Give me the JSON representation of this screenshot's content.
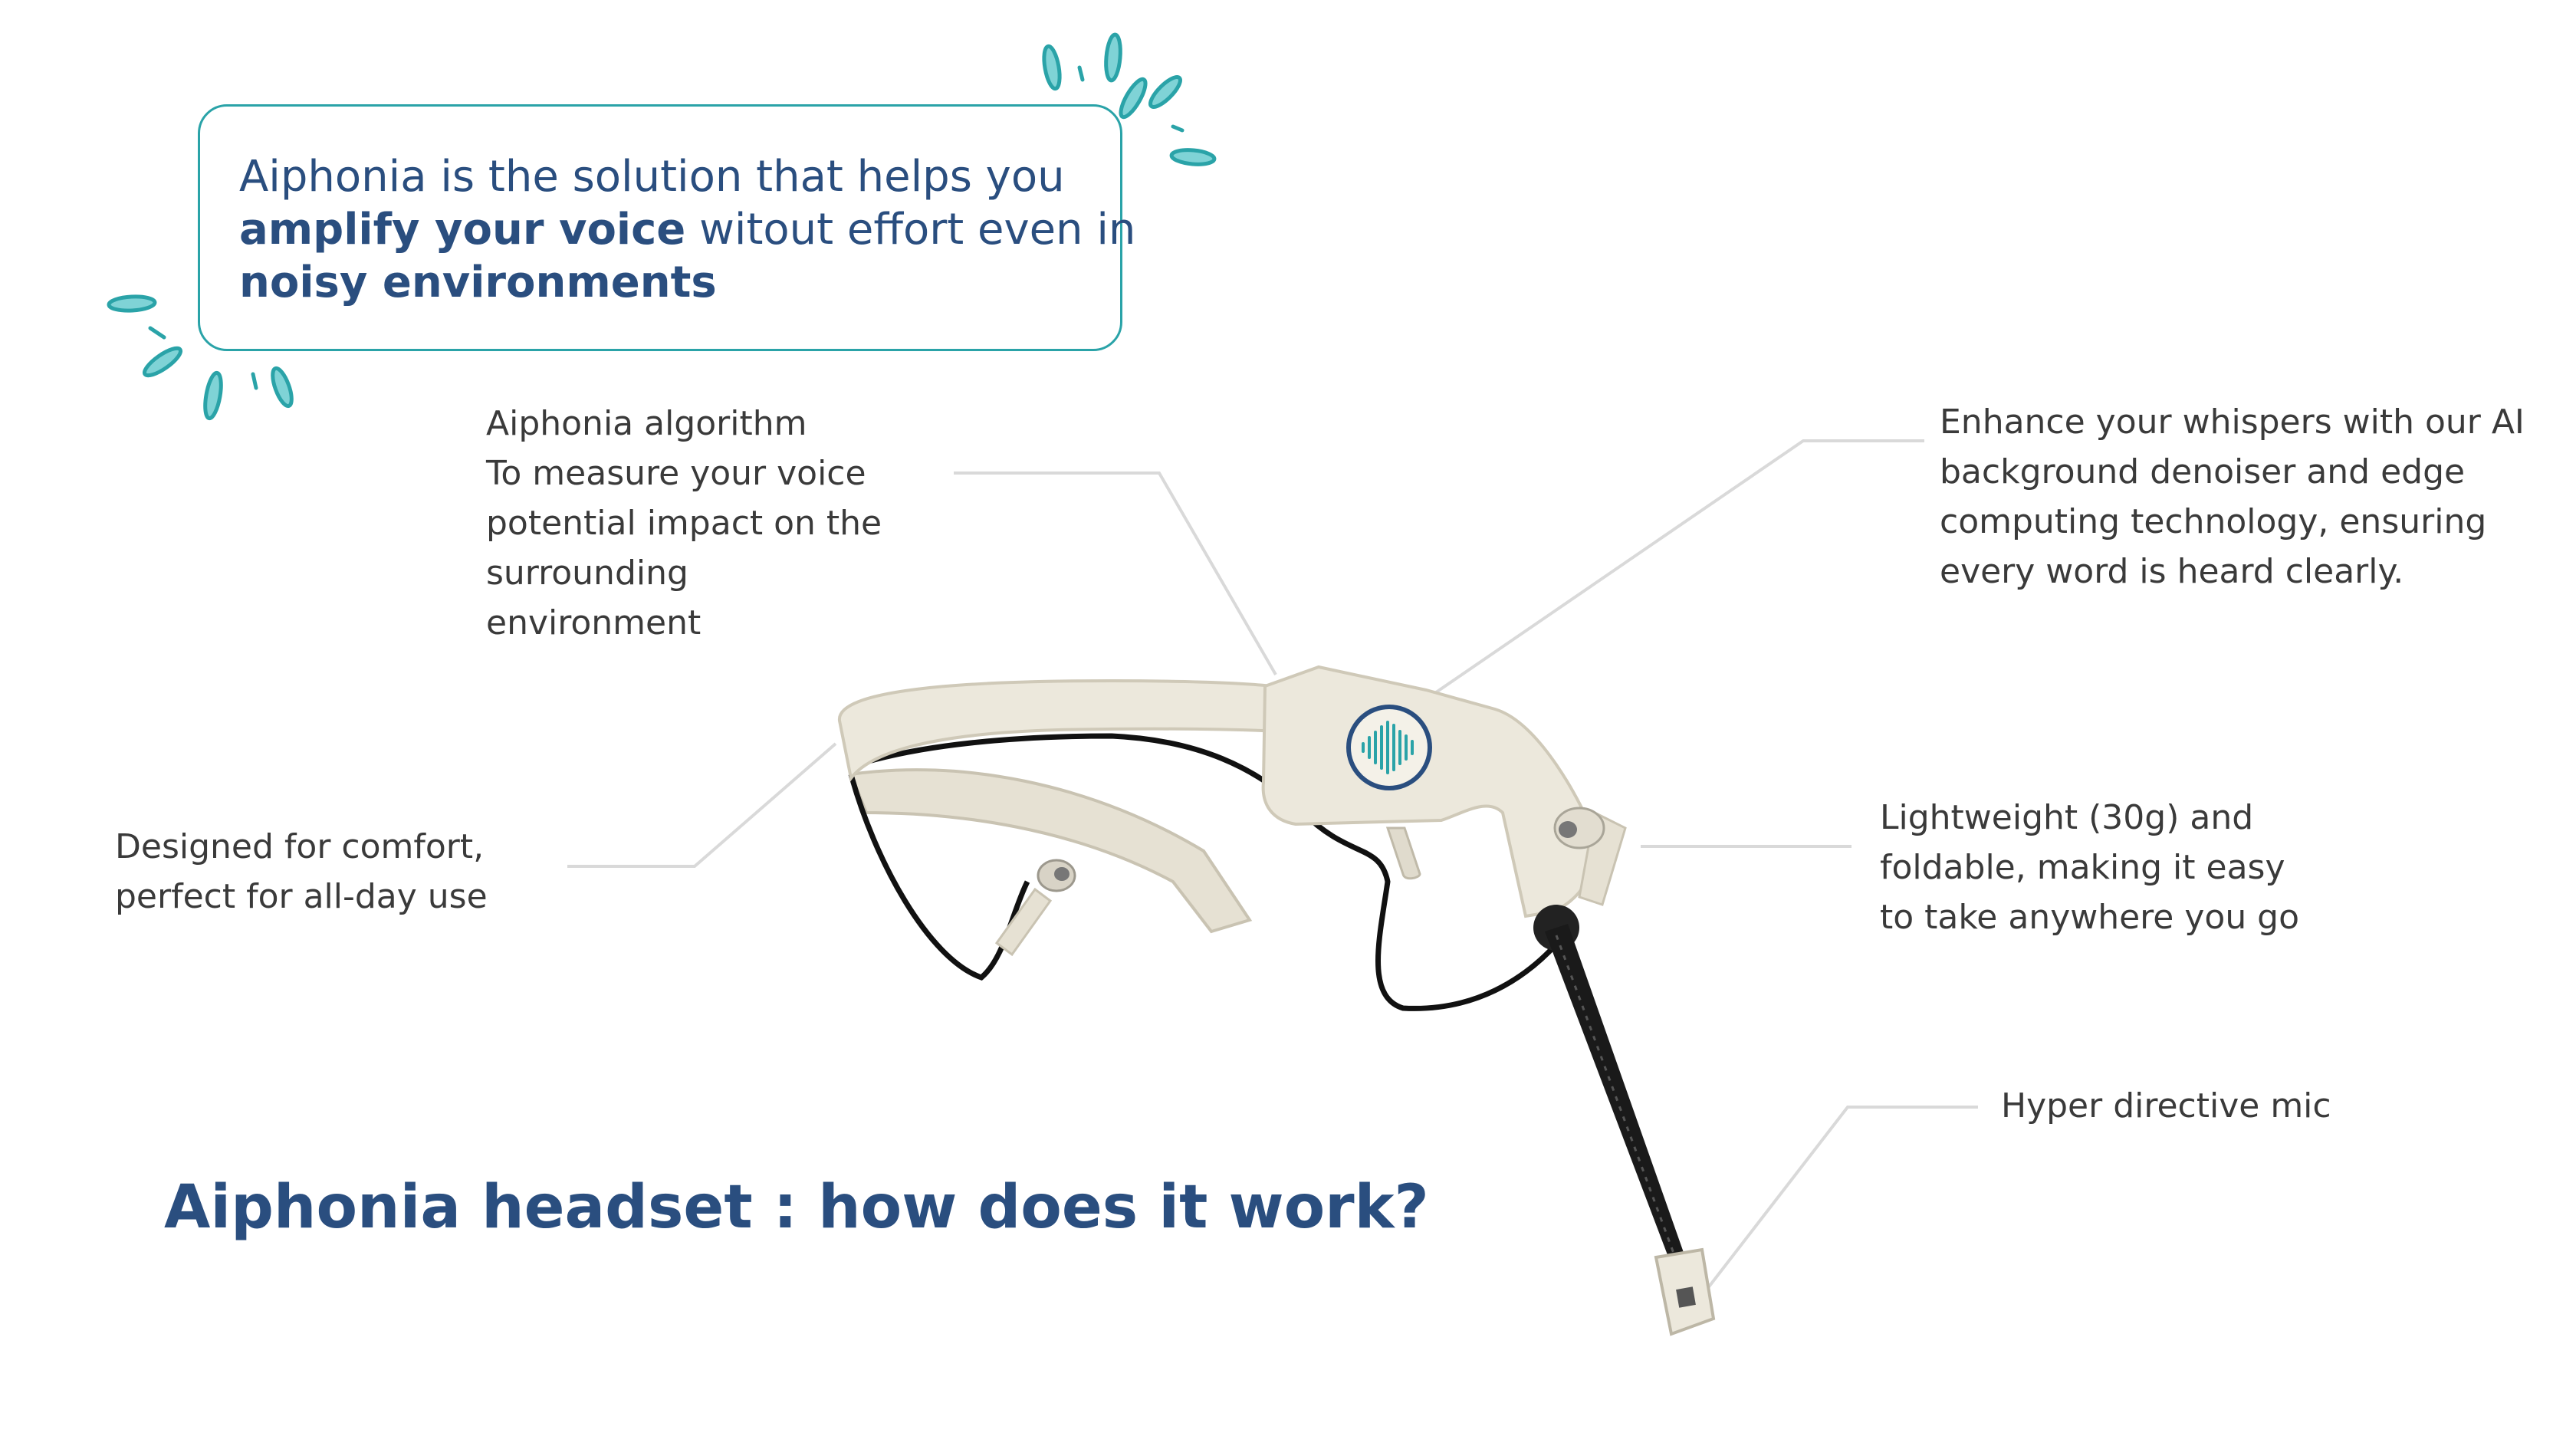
{
  "callout": {
    "line1": "Aiphonia is the solution that helps you",
    "bold1": "amplify your voice",
    "rest2": " witout effort even in",
    "bold2": "noisy environments"
  },
  "labels": {
    "algorithm": "Aiphonia algorithm\nTo measure your voice\npotential impact  on the\nsurrounding\nenvironment",
    "denoiser": "Enhance your whispers with our AI\nbackground denoiser and edge\ncomputing technology, ensuring\nevery word is heard clearly.",
    "comfort": "Designed for comfort,\nperfect for all-day use",
    "lightweight": "Lightweight (30g) and\nfoldable, making it easy\nto take anywhere you go",
    "mic": "Hyper directive mic"
  },
  "title": "Aiphonia headset : how does it work?",
  "colors": {
    "navy": "#2a4e7f",
    "teal": "#2aa3a8",
    "device": "#e8e4d8",
    "cable": "#111111",
    "leader": "#d9d9d9"
  }
}
